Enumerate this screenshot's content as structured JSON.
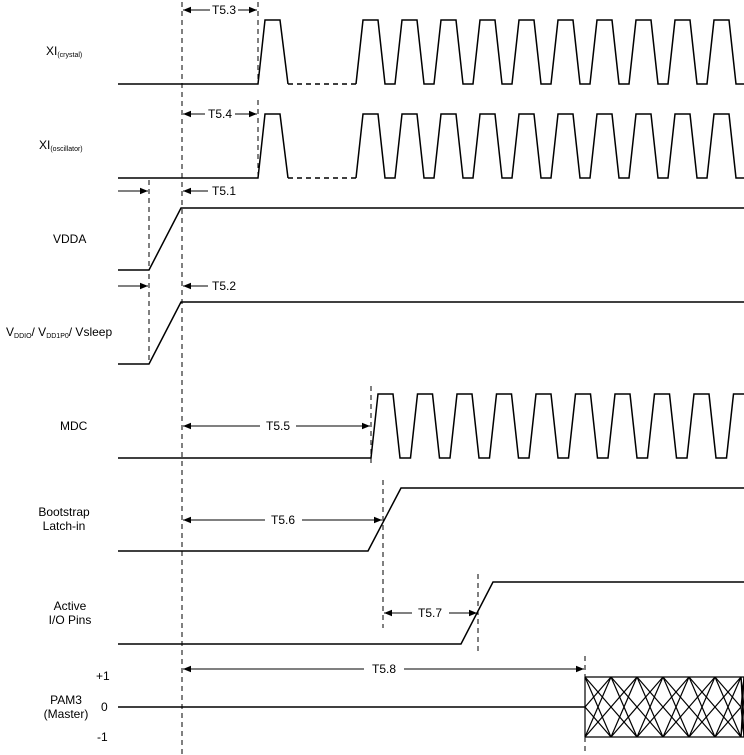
{
  "signals": {
    "xi_crystal": {
      "main": "XI",
      "sub": "(crystal)"
    },
    "xi_oscillator": {
      "main": "XI",
      "sub": "(oscillator)"
    },
    "vdda": "VDDA",
    "vddio": {
      "p1": "V",
      "s1": "DDIO",
      "p2": "/ V",
      "s2": "DD1P0",
      "p3": "/ Vsleep"
    },
    "mdc": "MDC",
    "bootstrap": {
      "line1": "Bootstrap",
      "line2": "Latch-in"
    },
    "active_io": {
      "line1": "Active",
      "line2": "I/O Pins"
    },
    "pam3": {
      "line1": "PAM3",
      "line2": "(Master)"
    }
  },
  "pam3_levels": {
    "plus": "+1",
    "zero": "0",
    "minus": "-1"
  },
  "timing": {
    "t51": "T5.1",
    "t52": "T5.2",
    "t53": "T5.3",
    "t54": "T5.4",
    "t55": "T5.5",
    "t56": "T5.6",
    "t57": "T5.7",
    "t58": "T5.8"
  }
}
